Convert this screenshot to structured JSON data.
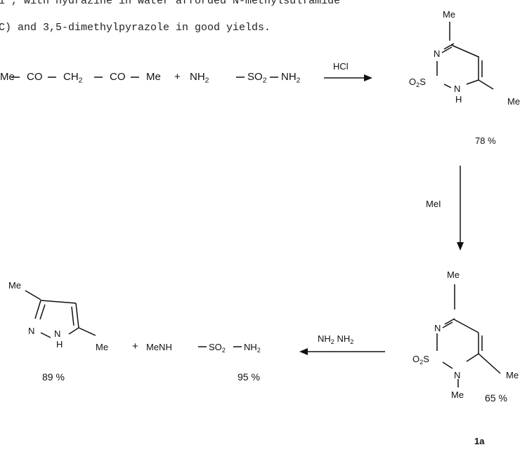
{
  "text": {
    "line1": "1 , with hydrazine in water afforded N-methylsulfamide",
    "line2": "C) and 3,5-dimethylpyrazole in good yields."
  },
  "reaction1": {
    "acac": {
      "a": "Me",
      "b": "CO",
      "c": "CH",
      "c_sub": "2",
      "d": "CO",
      "e": "Me"
    },
    "plus": "+",
    "sulfamide": {
      "a": "NH",
      "a_sub": "2",
      "b": "SO",
      "b_sub": "2",
      "c": "NH",
      "c_sub": "2"
    },
    "reagent": "HCl",
    "product": {
      "me_top": "Me",
      "n": "N",
      "o2s_o": "O",
      "o2s_sub": "2",
      "o2s_s": "S",
      "nh_n": "N",
      "nh_h": "H",
      "me_right": "Me",
      "yield": "78 %"
    }
  },
  "reaction2": {
    "reagent": "MeI",
    "product": {
      "me_top": "Me",
      "n": "N",
      "o2s_o": "O",
      "o2s_sub": "2",
      "o2s_s": "S",
      "n2": "N",
      "me_bottom": "Me",
      "me_right": "Me",
      "yield": "65 %",
      "label": "1a"
    }
  },
  "reaction3": {
    "reagent": {
      "a": "NH",
      "a_sub": "2",
      "b": "NH",
      "b_sub": "2"
    },
    "pyrazole": {
      "me_top": "Me",
      "n": "N",
      "nh_n": "N",
      "nh_h": "H",
      "me_right": "Me",
      "yield": "89 %"
    },
    "plus": "+",
    "methylsulfamide": {
      "a": "MeNH",
      "b": "SO",
      "b_sub": "2",
      "c": "NH",
      "c_sub": "2",
      "yield": "95 %"
    }
  }
}
